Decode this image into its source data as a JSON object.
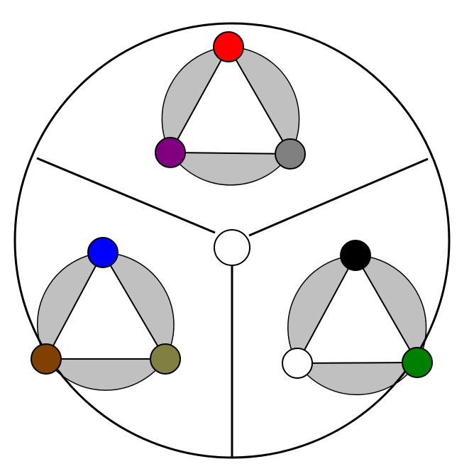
{
  "colors": {
    "background": "#ffffff",
    "stroke": "#000000",
    "segment_fill": "#c0c0c0"
  },
  "groups": [
    {
      "id": "top",
      "nodes": [
        {
          "color_name": "red",
          "fill": "#ff0000"
        },
        {
          "color_name": "gray",
          "fill": "#808080"
        },
        {
          "color_name": "purple",
          "fill": "#800080"
        }
      ]
    },
    {
      "id": "left",
      "nodes": [
        {
          "color_name": "blue",
          "fill": "#0000ff"
        },
        {
          "color_name": "olive",
          "fill": "#808040"
        },
        {
          "color_name": "brown",
          "fill": "#804000"
        }
      ]
    },
    {
      "id": "right",
      "nodes": [
        {
          "color_name": "black",
          "fill": "#000000"
        },
        {
          "color_name": "green",
          "fill": "#008000"
        },
        {
          "color_name": "white",
          "fill": "#ffffff"
        }
      ]
    }
  ],
  "center_node": {
    "color_name": "white",
    "fill": "#ffffff"
  }
}
